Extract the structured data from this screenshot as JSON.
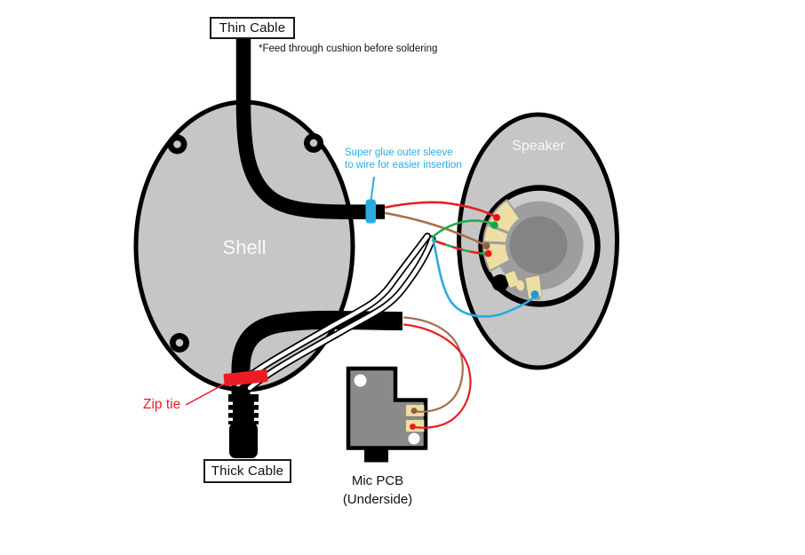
{
  "title": "Headphone shell / speaker / mic PCB wiring diagram",
  "labels": {
    "thin_cable": "Thin Cable",
    "thick_cable": "Thick Cable",
    "shell": "Shell",
    "speaker": "Speaker",
    "zip_tie": "Zip tie",
    "mic_pcb": "Mic PCB",
    "mic_pcb_sub": "(Underside)"
  },
  "annotations": {
    "feed_note": "*Feed through cushion before soldering",
    "glue_note_line1": "Super glue outer sleeve",
    "glue_note_line2": "to wire for easier insertion"
  },
  "colors": {
    "background": "#ffffff",
    "outline_black": "#000000",
    "body_gray": "#c6c6c6",
    "inner_ring_gray": "#cdcdcd",
    "mid_gray": "#9e9e9e",
    "magnet_gray": "#848484",
    "pcb_gray": "#8a8a8a",
    "pad_tan": "#eddfa3",
    "wire_red": "#ec1c24",
    "wire_green": "#1fae4e",
    "wire_brown": "#a86e4e",
    "wire_blue": "#29abe2",
    "zip_tie_red": "#ec1c24",
    "sleeve_blue": "#29abe2",
    "label_white": "#f8f8f8"
  },
  "wires": [
    {
      "color": "red",
      "from": "thin-cable-sleeve-end",
      "to": "speaker-pad-top"
    },
    {
      "color": "brown",
      "from": "thin-cable-sleeve-end",
      "to": "speaker-pad-lower"
    },
    {
      "color": "green",
      "from": "white-cable-tip",
      "to": "speaker-pad-upper"
    },
    {
      "color": "green-red",
      "from": "white-cable-tip",
      "to": "speaker-pad-lower"
    },
    {
      "color": "blue",
      "from": "white-cable-tip",
      "to": "speaker-pad-bottom"
    },
    {
      "color": "brown",
      "from": "thick-cable-end",
      "to": "mic-pcb-pad-upper"
    },
    {
      "color": "red",
      "from": "thick-cable-end",
      "to": "mic-pcb-pad-lower"
    }
  ]
}
